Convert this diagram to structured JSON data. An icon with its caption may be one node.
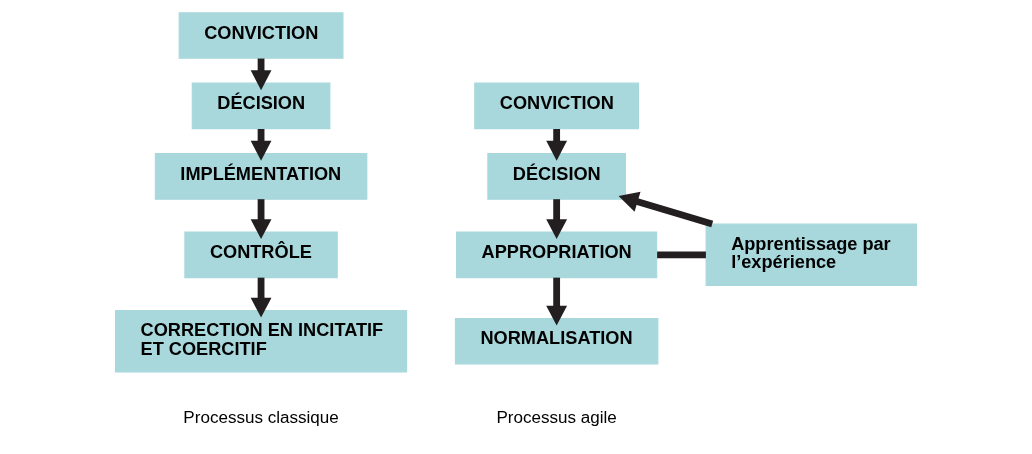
{
  "diagram": {
    "nodes": [
      {
        "text": [
          "CONVICTION"
        ]
      },
      {
        "text": [
          "DÉCISION"
        ]
      },
      {
        "text": [
          "IMPLÉMENTATION"
        ]
      },
      {
        "text": [
          "CONTRÔLE"
        ]
      },
      {
        "text": [
          "CORRECTION EN INCITATIF ET COERCITIF"
        ]
      },
      {
        "text": [
          "CONVICTION"
        ]
      },
      {
        "text": [
          "DÉCISION"
        ]
      },
      {
        "text": [
          "APPROPRIATION"
        ]
      },
      {
        "text": [
          "NORMALISATION"
        ]
      },
      {
        "text": [
          "Apprentissage par l’expérience"
        ]
      }
    ],
    "edges": [
      {
        "from": 0,
        "to": 1,
        "arrow": "to"
      },
      {
        "from": 1,
        "to": 2,
        "arrow": "to"
      },
      {
        "from": 2,
        "to": 3,
        "arrow": "to"
      },
      {
        "from": 3,
        "to": 4,
        "arrow": "to"
      },
      {
        "from": 5,
        "to": 6,
        "arrow": "to"
      },
      {
        "from": 6,
        "to": 7,
        "arrow": "to"
      },
      {
        "from": 7,
        "to": 8,
        "arrow": "to"
      },
      {
        "from": 7,
        "to": 9,
        "arrow": "none"
      },
      {
        "from": 9,
        "to": 6,
        "arrow": "to"
      }
    ],
    "labels": [
      "Processus classique",
      "Processus agile"
    ]
  }
}
